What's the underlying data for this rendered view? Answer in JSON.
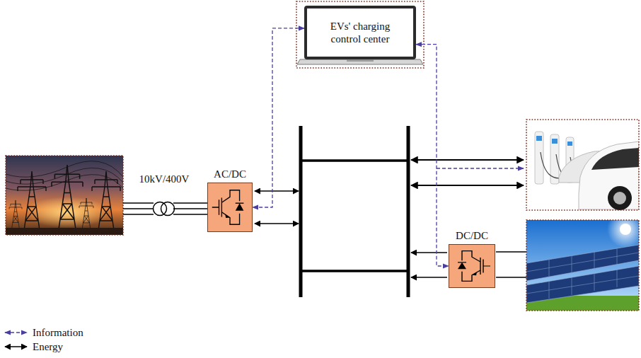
{
  "diagram": {
    "nodes": [
      {
        "text": [
          "EVs' charging control center"
        ]
      },
      {
        "text": [
          "AC/DC"
        ]
      },
      {
        "text": [
          "DC/DC"
        ]
      }
    ],
    "edges": [
      {
        "from": 0,
        "to": 1,
        "arrow": "both"
      },
      {
        "from": 0,
        "to": 2,
        "arrow": "both"
      }
    ],
    "labels": [
      "10kV/400V"
    ],
    "legend": [
      {
        "text": "Information"
      },
      {
        "text": "Energy"
      }
    ]
  }
}
